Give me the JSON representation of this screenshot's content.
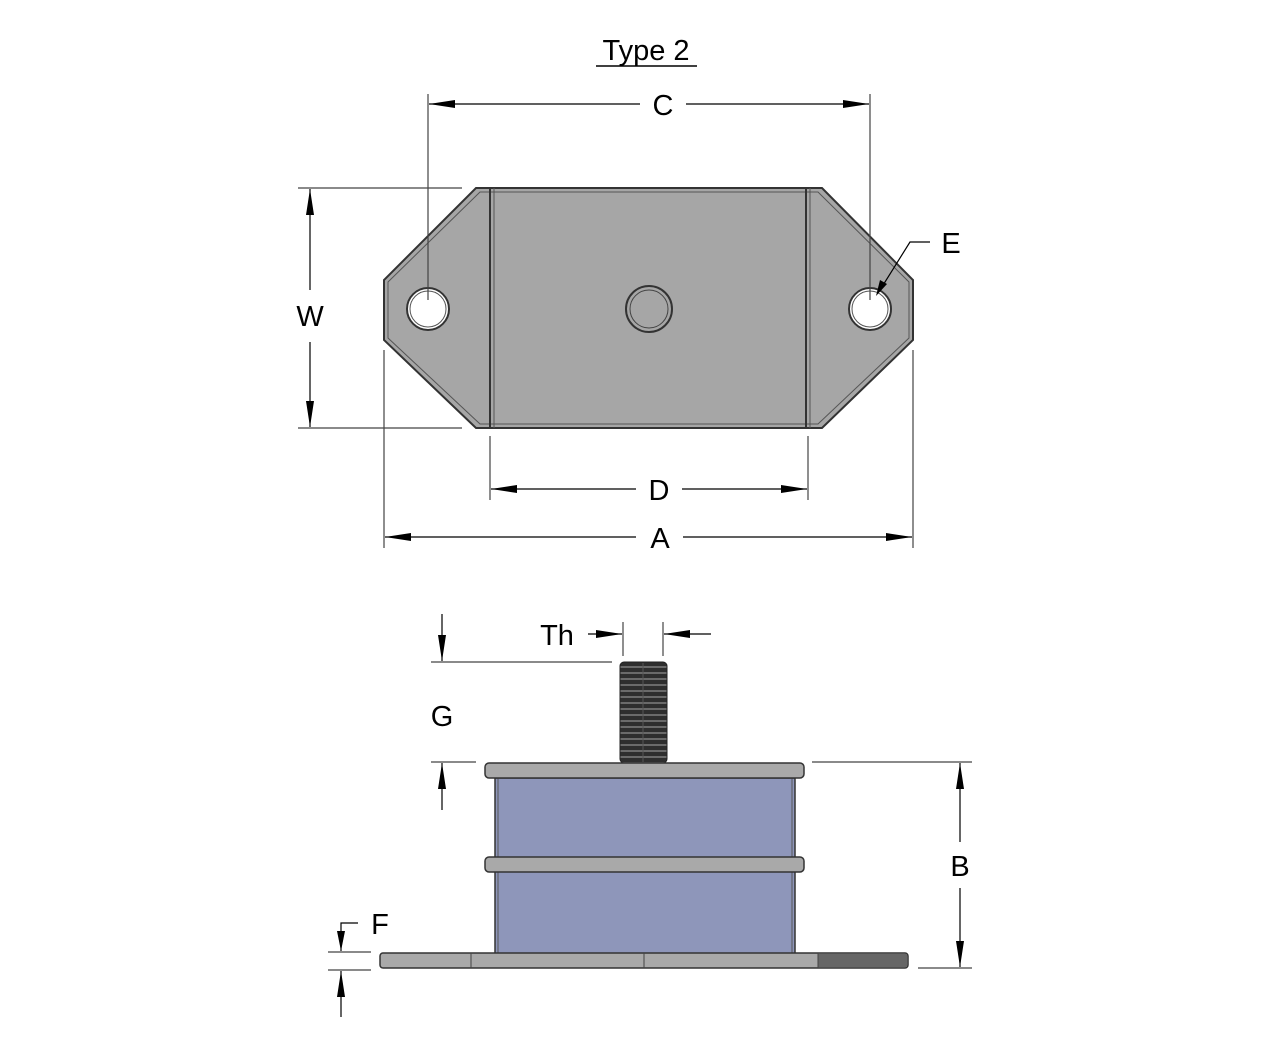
{
  "title": "Type 2",
  "top_view": {
    "labels": {
      "c": "C",
      "w": "W",
      "e": "E",
      "d": "D",
      "a": "A"
    }
  },
  "side_view": {
    "labels": {
      "th": "Th",
      "g": "G",
      "b": "B",
      "f": "F"
    }
  },
  "colors": {
    "plate": "#a6a6a6",
    "rubber": "#8e96ba",
    "stud": "#3a3a3a"
  }
}
